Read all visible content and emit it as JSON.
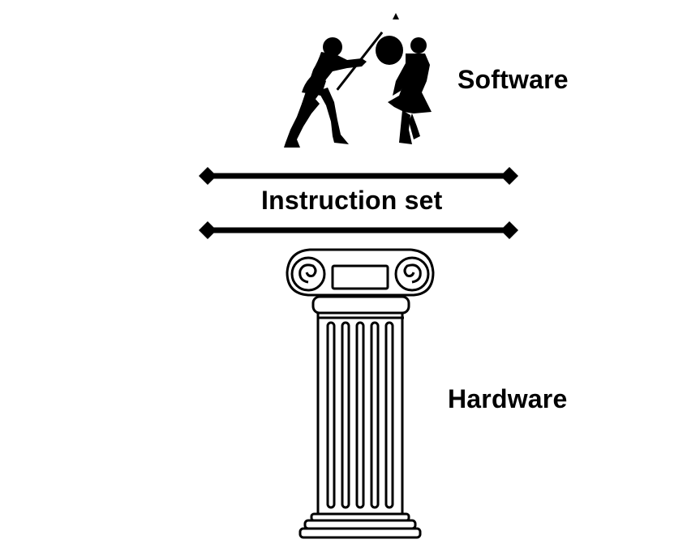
{
  "labels": {
    "software": "Software",
    "instruction_set": "Instruction set",
    "hardware": "Hardware"
  },
  "icons": {
    "top_figure": "fighting-warriors-icon",
    "pillar": "ionic-column-icon"
  },
  "colors": {
    "ink": "#000000",
    "background": "#ffffff"
  }
}
